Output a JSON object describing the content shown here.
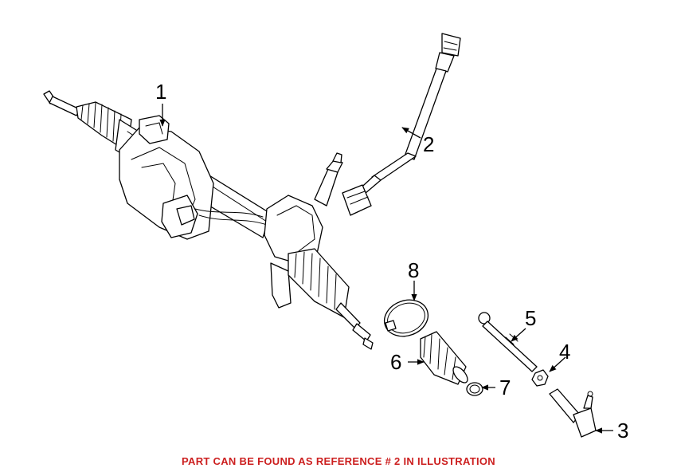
{
  "callouts": [
    {
      "id": "1",
      "label": "1"
    },
    {
      "id": "2",
      "label": "2"
    },
    {
      "id": "3",
      "label": "3"
    },
    {
      "id": "4",
      "label": "4"
    },
    {
      "id": "5",
      "label": "5"
    },
    {
      "id": "6",
      "label": "6"
    },
    {
      "id": "7",
      "label": "7"
    },
    {
      "id": "8",
      "label": "8"
    }
  ],
  "footer": {
    "note": "PART CAN BE FOUND AS REFERENCE # 2 IN ILLUSTRATION",
    "color": "#cc1f1f"
  }
}
